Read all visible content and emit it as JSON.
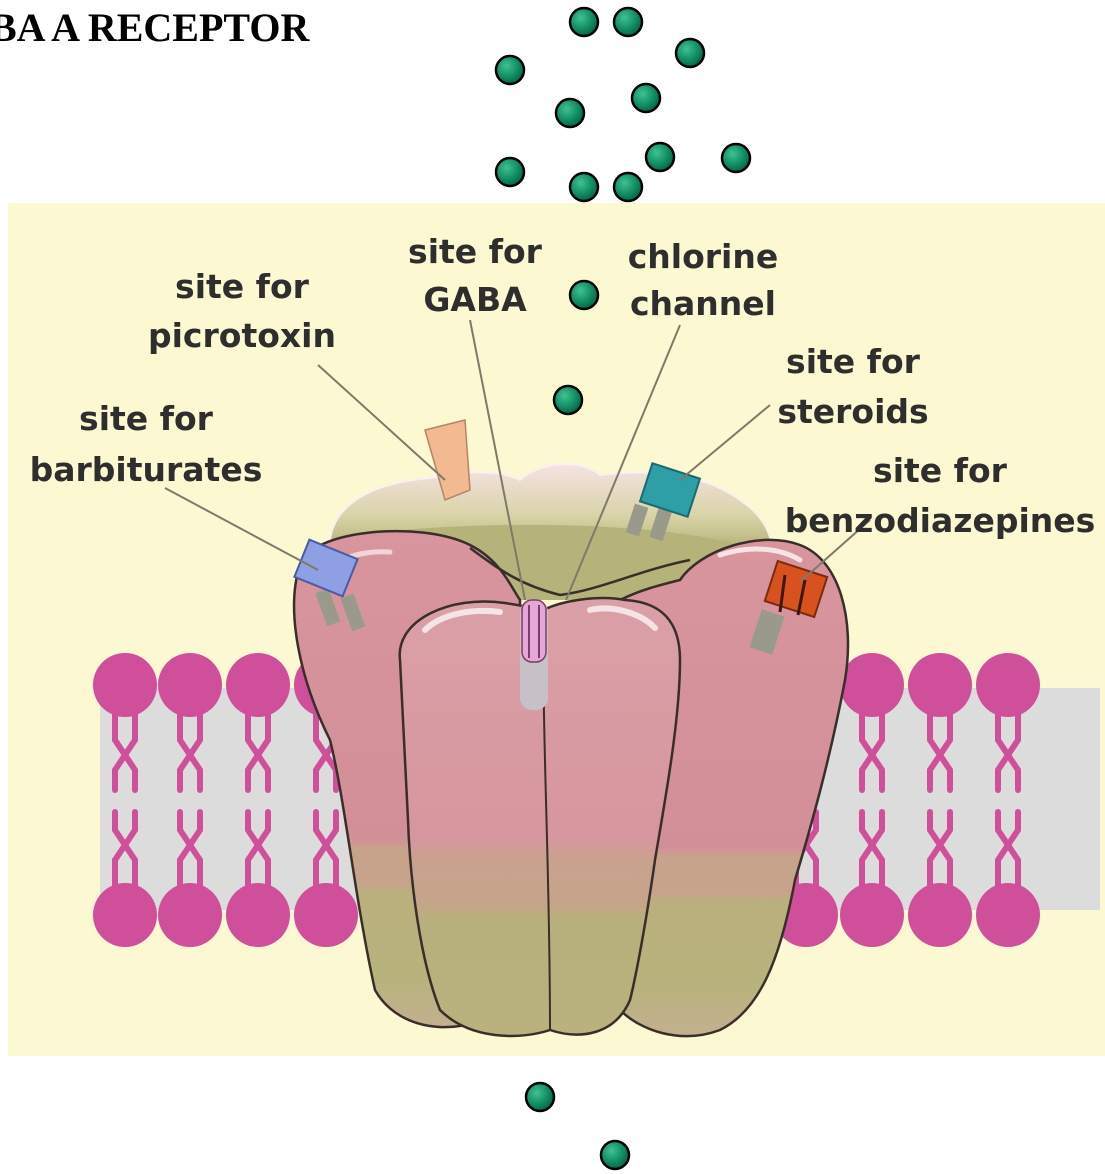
{
  "title": "BA A RECEPTOR",
  "labels": {
    "gaba_line1": "site for",
    "gaba_line2": "GABA",
    "chlorine_line1": "chlorine",
    "chlorine_line2": "channel",
    "picrotoxin_line1": "site for",
    "picrotoxin_line2": "picrotoxin",
    "barbiturates_line1": "site for",
    "barbiturates_line2": "barbiturates",
    "steroids_line1": "site for",
    "steroids_line2": "steroids",
    "benzo_line1": "site for",
    "benzo_line2": "benzodiazepines"
  },
  "colors": {
    "background_panel": "#fbf8d2",
    "ion": "#0f8c62",
    "lipid_head": "#d04f9a",
    "lipid_core": "#dfdfdf",
    "receptor_pink": "#d4939b",
    "receptor_olive": "#b7b47e",
    "receptor_cap": "#f2d9dd",
    "site_picrotoxin": "#f3b991",
    "site_barbiturates": "#8f9fe4",
    "site_steroids": "#2e9fa6",
    "site_benzodiazepines": "#d9521e",
    "site_gaba": "#e6a6d6"
  }
}
